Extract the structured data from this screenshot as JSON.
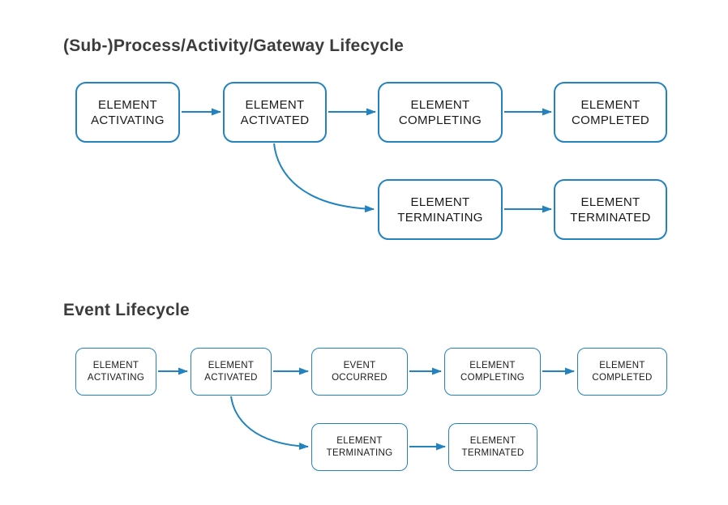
{
  "colors": {
    "accent": "#2283c0",
    "node_text": "#1a1a1a",
    "title_text": "#3c3c3c",
    "node_fill": "#ffffff"
  },
  "diagram1": {
    "title": "(Sub-)Process/Activity/Gateway Lifecycle",
    "nodes": [
      {
        "id": "element-activating",
        "lines": [
          "ELEMENT",
          "ACTIVATING"
        ]
      },
      {
        "id": "element-activated",
        "lines": [
          "ELEMENT",
          "ACTIVATED"
        ]
      },
      {
        "id": "element-completing",
        "lines": [
          "ELEMENT",
          "COMPLETING"
        ]
      },
      {
        "id": "element-completed",
        "lines": [
          "ELEMENT",
          "COMPLETED"
        ]
      },
      {
        "id": "element-terminating",
        "lines": [
          "ELEMENT",
          "TERMINATING"
        ]
      },
      {
        "id": "element-terminated",
        "lines": [
          "ELEMENT",
          "TERMINATED"
        ]
      }
    ],
    "edges": [
      {
        "from": "element-activating",
        "to": "element-activated"
      },
      {
        "from": "element-activated",
        "to": "element-completing"
      },
      {
        "from": "element-completing",
        "to": "element-completed"
      },
      {
        "from": "element-activated",
        "to": "element-terminating"
      },
      {
        "from": "element-terminating",
        "to": "element-terminated"
      }
    ]
  },
  "diagram2": {
    "title": "Event Lifecycle",
    "nodes": [
      {
        "id": "element-activating",
        "lines": [
          "ELEMENT",
          "ACTIVATING"
        ]
      },
      {
        "id": "element-activated",
        "lines": [
          "ELEMENT",
          "ACTIVATED"
        ]
      },
      {
        "id": "event-occurred",
        "lines": [
          "EVENT",
          "OCCURRED"
        ]
      },
      {
        "id": "element-completing",
        "lines": [
          "ELEMENT",
          "COMPLETING"
        ]
      },
      {
        "id": "element-completed",
        "lines": [
          "ELEMENT",
          "COMPLETED"
        ]
      },
      {
        "id": "element-terminating",
        "lines": [
          "ELEMENT",
          "TERMINATING"
        ]
      },
      {
        "id": "element-terminated",
        "lines": [
          "ELEMENT",
          "TERMINATED"
        ]
      }
    ],
    "edges": [
      {
        "from": "element-activating",
        "to": "element-activated"
      },
      {
        "from": "element-activated",
        "to": "event-occurred"
      },
      {
        "from": "event-occurred",
        "to": "element-completing"
      },
      {
        "from": "element-completing",
        "to": "element-completed"
      },
      {
        "from": "element-activated",
        "to": "element-terminating"
      },
      {
        "from": "element-terminating",
        "to": "element-terminated"
      }
    ]
  }
}
